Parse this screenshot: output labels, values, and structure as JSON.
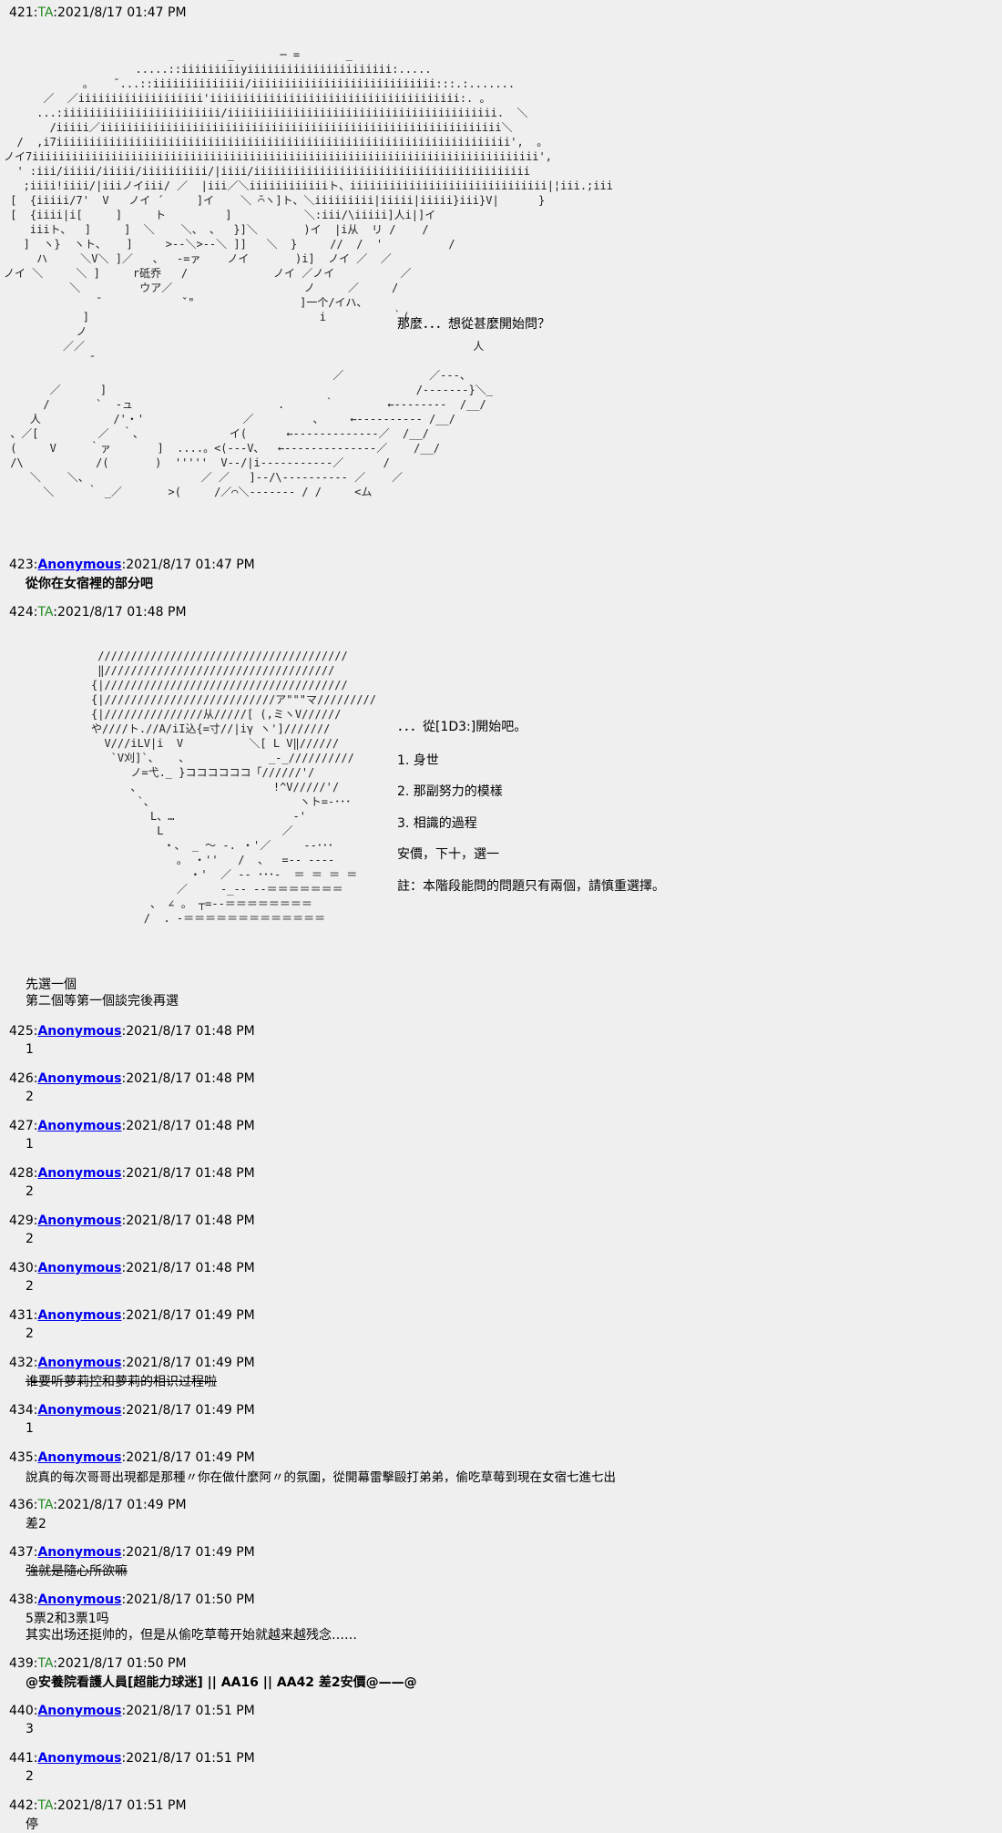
{
  "posts": [
    {
      "num": "421",
      "name": "TA",
      "date": "2021/8/17 01:47 PM"
    },
    {
      "num": "423",
      "name": "Anonymous",
      "date": "2021/8/17 01:47 PM",
      "text": "從你在女宿裡的部分吧"
    },
    {
      "num": "424",
      "name": "TA",
      "date": "2021/8/17 01:48 PM",
      "lines": [
        "先選一個",
        "第二個等第一個談完後再選"
      ]
    },
    {
      "num": "425",
      "name": "Anonymous",
      "date": "2021/8/17 01:48 PM",
      "text": "1"
    },
    {
      "num": "426",
      "name": "Anonymous",
      "date": "2021/8/17 01:48 PM",
      "text": "2"
    },
    {
      "num": "427",
      "name": "Anonymous",
      "date": "2021/8/17 01:48 PM",
      "text": "1"
    },
    {
      "num": "428",
      "name": "Anonymous",
      "date": "2021/8/17 01:48 PM",
      "text": "2"
    },
    {
      "num": "429",
      "name": "Anonymous",
      "date": "2021/8/17 01:48 PM",
      "text": "2"
    },
    {
      "num": "430",
      "name": "Anonymous",
      "date": "2021/8/17 01:48 PM",
      "text": "2"
    },
    {
      "num": "431",
      "name": "Anonymous",
      "date": "2021/8/17 01:49 PM",
      "text": "2"
    },
    {
      "num": "432",
      "name": "Anonymous",
      "date": "2021/8/17 01:49 PM",
      "text": "谁要听萝莉控和萝莉的相识过程啦"
    },
    {
      "num": "434",
      "name": "Anonymous",
      "date": "2021/8/17 01:49 PM",
      "text": "1"
    },
    {
      "num": "435",
      "name": "Anonymous",
      "date": "2021/8/17 01:49 PM",
      "text": "說真的每次哥哥出現都是那種〃你在做什麼阿〃的氛圍，從開幕雷擊毆打弟弟，偷吃草莓到現在女宿七進七出"
    },
    {
      "num": "436",
      "name": "TA",
      "date": "2021/8/17 01:49 PM",
      "text": "差2"
    },
    {
      "num": "437",
      "name": "Anonymous",
      "date": "2021/8/17 01:49 PM",
      "text": "強就是隨心所欲嘛"
    },
    {
      "num": "438",
      "name": "Anonymous",
      "date": "2021/8/17 01:50 PM",
      "lines": [
        "5票2和3票1吗",
        "其实出场还挺帅的，但是从偷吃草莓开始就越来越残念……"
      ]
    },
    {
      "num": "439",
      "name": "TA",
      "date": "2021/8/17 01:50 PM",
      "text": "@安養院看護人員[超能力球迷] || AA16 || AA42 差2安價@——@"
    },
    {
      "num": "440",
      "name": "Anonymous",
      "date": "2021/8/17 01:51 PM",
      "text": "3"
    },
    {
      "num": "441",
      "name": "Anonymous",
      "date": "2021/8/17 01:51 PM",
      "text": "2"
    },
    {
      "num": "442",
      "name": "TA",
      "date": "2021/8/17 01:51 PM",
      "text": "停"
    }
  ],
  "aa1_speech": "那麼．．．想從甚麼開始問？",
  "aa2_side": [
    "．．．從[1D3:]開始吧。",
    "1. 身世",
    "2. 那副努力的模樣",
    "3. 相識的過程",
    "安價，下十，選一",
    "註：本階段能問的問題只有兩個，請慎重選擇。"
  ]
}
